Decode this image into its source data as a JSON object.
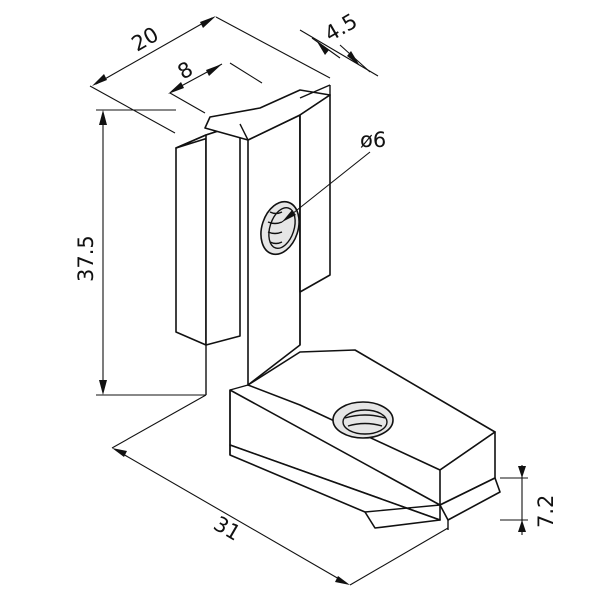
{
  "dimensions": {
    "width_top": "20",
    "slot_width": "8",
    "thickness": "4.5",
    "hole_diameter": "ø6",
    "height": "37.5",
    "length": "31",
    "base_height": "7.2"
  }
}
